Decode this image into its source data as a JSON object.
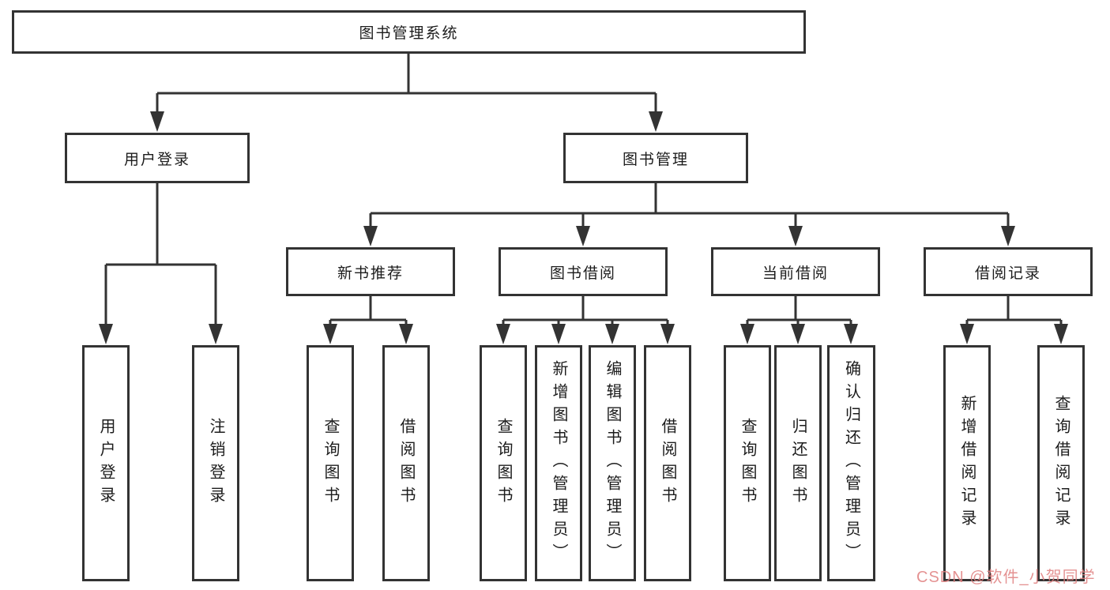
{
  "tree": {
    "root_label": "图书管理系统",
    "children": [
      {
        "label": "用户登录",
        "children": [
          {
            "label": "用户登录"
          },
          {
            "label": "注销登录"
          }
        ]
      },
      {
        "label": "图书管理",
        "children": [
          {
            "label": "新书推荐",
            "children": [
              {
                "label": "查询图书"
              },
              {
                "label": "借阅图书"
              }
            ]
          },
          {
            "label": "图书借阅",
            "children": [
              {
                "label": "查询图书"
              },
              {
                "label": "新增图书（管理员）"
              },
              {
                "label": "编辑图书（管理员）"
              },
              {
                "label": "借阅图书"
              }
            ]
          },
          {
            "label": "当前借阅",
            "children": [
              {
                "label": "查询图书"
              },
              {
                "label": "归还图书"
              },
              {
                "label": "确认归还（管理员）"
              }
            ]
          },
          {
            "label": "借阅记录",
            "children": [
              {
                "label": "新增借阅记录"
              },
              {
                "label": "查询借阅记录"
              }
            ]
          }
        ]
      }
    ]
  },
  "watermark": {
    "text": "CSDN @软件_小贺同学"
  },
  "colors": {
    "line": "#333333",
    "text": "#1c1c1c",
    "background": "#ffffff",
    "watermark": "#e07f7f"
  }
}
